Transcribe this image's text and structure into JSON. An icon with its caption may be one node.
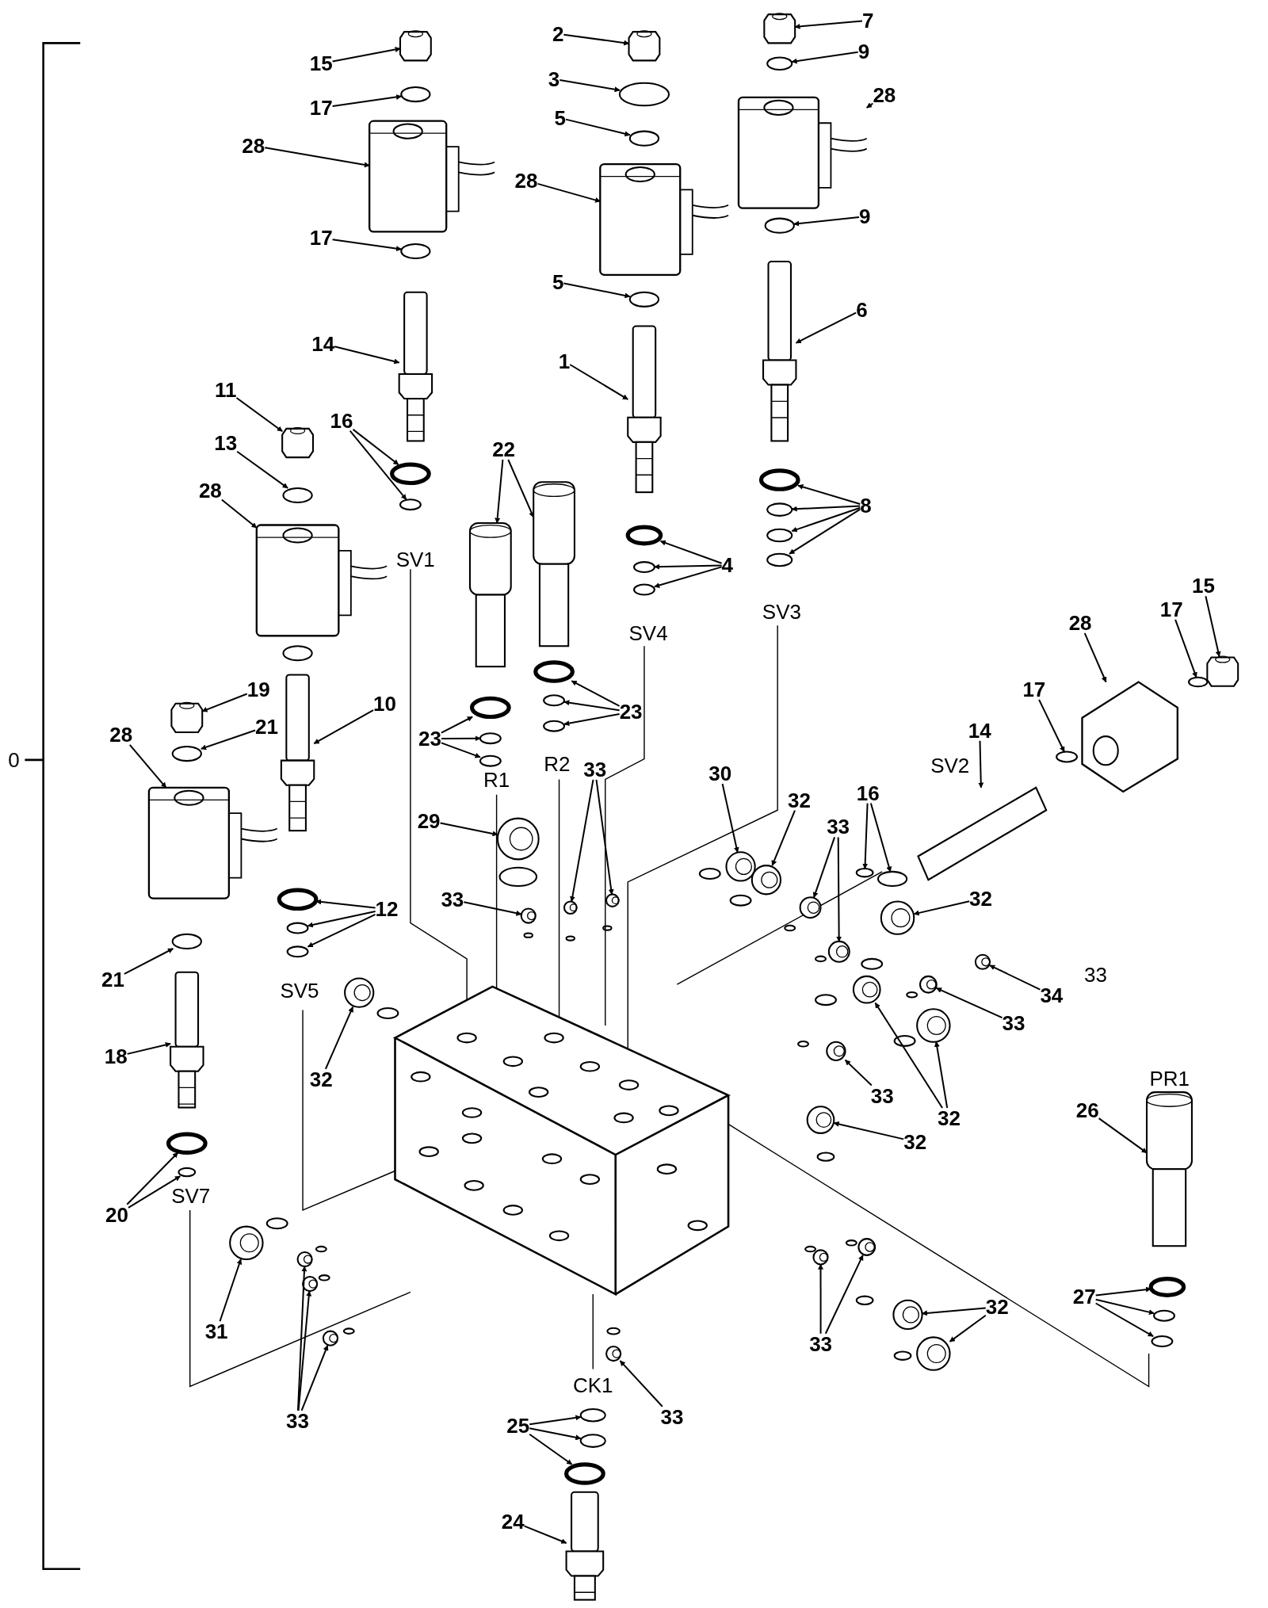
{
  "diagram": {
    "nodes": [
      {
        "text": [
          "2"
        ]
      },
      {
        "text": [
          "7"
        ]
      },
      {
        "text": [
          "15"
        ]
      },
      {
        "text": [
          "3"
        ]
      },
      {
        "text": [
          "9"
        ]
      },
      {
        "text": [
          "28"
        ]
      },
      {
        "text": [
          "17"
        ]
      },
      {
        "text": [
          "5"
        ]
      },
      {
        "text": [
          "28"
        ]
      },
      {
        "text": [
          "28"
        ]
      },
      {
        "text": [
          "9"
        ]
      },
      {
        "text": [
          "17"
        ]
      },
      {
        "text": [
          "5"
        ]
      },
      {
        "text": [
          "6"
        ]
      },
      {
        "text": [
          "14"
        ]
      },
      {
        "text": [
          "1"
        ]
      },
      {
        "text": [
          "11"
        ]
      },
      {
        "text": [
          "16"
        ]
      },
      {
        "text": [
          "13"
        ]
      },
      {
        "text": [
          "22"
        ]
      },
      {
        "text": [
          "28"
        ]
      },
      {
        "text": [
          "8"
        ]
      },
      {
        "text": [
          "4"
        ]
      },
      {
        "text": [
          "17"
        ]
      },
      {
        "text": [
          "15"
        ]
      },
      {
        "text": [
          "28"
        ]
      },
      {
        "text": [
          "19"
        ]
      },
      {
        "text": [
          "10"
        ]
      },
      {
        "text": [
          "23"
        ]
      },
      {
        "text": [
          "21"
        ]
      },
      {
        "text": [
          "17"
        ]
      },
      {
        "text": [
          "14"
        ]
      },
      {
        "text": [
          "28"
        ]
      },
      {
        "text": [
          "23"
        ]
      },
      {
        "text": [
          "30"
        ]
      },
      {
        "text": [
          "33"
        ]
      },
      {
        "text": [
          "32"
        ]
      },
      {
        "text": [
          "16"
        ]
      },
      {
        "text": [
          "29"
        ]
      },
      {
        "text": [
          "33"
        ]
      },
      {
        "text": [
          "32"
        ]
      },
      {
        "text": [
          "33"
        ]
      },
      {
        "text": [
          "12"
        ]
      },
      {
        "text": [
          "21"
        ]
      },
      {
        "text": [
          "34"
        ]
      },
      {
        "text": [
          "33"
        ]
      },
      {
        "text": [
          "32"
        ]
      },
      {
        "text": [
          "18"
        ]
      },
      {
        "text": [
          "33"
        ]
      },
      {
        "text": [
          "32"
        ]
      },
      {
        "text": [
          "26"
        ]
      },
      {
        "text": [
          "32"
        ]
      },
      {
        "text": [
          "20"
        ]
      },
      {
        "text": [
          "31"
        ]
      },
      {
        "text": [
          "27"
        ]
      },
      {
        "text": [
          "32"
        ]
      },
      {
        "text": [
          "33"
        ]
      },
      {
        "text": [
          "33"
        ]
      },
      {
        "text": [
          "33"
        ]
      },
      {
        "text": [
          "25"
        ]
      },
      {
        "text": [
          "24"
        ]
      },
      {
        "text": [],
        "shape": "nut"
      },
      {
        "text": [],
        "shape": "nut"
      },
      {
        "text": [],
        "shape": "nut"
      },
      {
        "text": [],
        "shape": "washer"
      },
      {
        "text": [],
        "shape": "ring"
      },
      {
        "text": [],
        "shape": "coil"
      },
      {
        "text": [],
        "shape": "ring"
      },
      {
        "text": [],
        "shape": "ring"
      },
      {
        "text": [],
        "shape": "coil"
      },
      {
        "text": [],
        "shape": "coil"
      },
      {
        "text": [],
        "shape": "ring"
      },
      {
        "text": [],
        "shape": "ring"
      },
      {
        "text": [],
        "shape": "ring"
      },
      {
        "text": [],
        "shape": "cartridge"
      },
      {
        "text": [],
        "shape": "cartridge"
      },
      {
        "text": [],
        "shape": "cartridge"
      },
      {
        "text": [],
        "shape": "nut"
      },
      {
        "text": [],
        "shape": "ring"
      },
      {
        "text": [],
        "shape": "ring"
      },
      {
        "text": [],
        "shape": "ring"
      },
      {
        "text": [],
        "shape": "cartridge"
      },
      {
        "text": [],
        "shape": "cartridge"
      },
      {
        "text": [],
        "shape": "coil"
      },
      {
        "text": [],
        "shape": "ring"
      },
      {
        "text": [],
        "shape": "ring"
      },
      {
        "text": [],
        "shape": "ring"
      },
      {
        "text": [],
        "shape": "ring"
      },
      {
        "text": [],
        "shape": "ring"
      },
      {
        "text": [],
        "shape": "ring"
      },
      {
        "text": [],
        "shape": "ring"
      },
      {
        "text": [],
        "shape": "ring"
      },
      {
        "text": [],
        "shape": "nut"
      },
      {
        "text": [],
        "shape": "coil"
      },
      {
        "text": [],
        "shape": "nut"
      },
      {
        "text": [],
        "shape": "cartridge"
      },
      {
        "text": [],
        "shape": "ring"
      },
      {
        "text": [],
        "shape": "ring"
      },
      {
        "text": [],
        "shape": "ring"
      },
      {
        "text": [],
        "shape": "ring"
      },
      {
        "text": [],
        "shape": "ring"
      },
      {
        "text": [],
        "shape": "cartridge"
      },
      {
        "text": [],
        "shape": "coil"
      },
      {
        "text": [],
        "shape": "ring"
      },
      {
        "text": [],
        "shape": "ring"
      },
      {
        "text": [],
        "shape": "ring"
      },
      {
        "text": [],
        "shape": "plug"
      },
      {
        "text": [],
        "shape": "plug"
      },
      {
        "text": [],
        "shape": "plug"
      },
      {
        "text": [],
        "shape": "plug"
      },
      {
        "text": [],
        "shape": "ring"
      },
      {
        "text": [],
        "shape": "ring"
      },
      {
        "text": [],
        "shape": "plug"
      },
      {
        "text": [],
        "shape": "plug"
      },
      {
        "text": [],
        "shape": "plug"
      },
      {
        "text": [],
        "shape": "plug"
      },
      {
        "text": [],
        "shape": "plug"
      },
      {
        "text": [],
        "shape": "ring"
      },
      {
        "text": [],
        "shape": "ring"
      },
      {
        "text": [],
        "shape": "ring"
      },
      {
        "text": [],
        "shape": "ring"
      },
      {
        "text": [],
        "shape": "plug"
      },
      {
        "text": [],
        "shape": "plug"
      },
      {
        "text": [],
        "shape": "plug"
      },
      {
        "text": [],
        "shape": "cartridge"
      },
      {
        "text": [],
        "shape": "plug"
      },
      {
        "text": [],
        "shape": "plug"
      },
      {
        "text": [],
        "shape": "plug"
      },
      {
        "text": [],
        "shape": "cartridge"
      },
      {
        "text": [],
        "shape": "plug"
      },
      {
        "text": [],
        "shape": "ring"
      },
      {
        "text": [],
        "shape": "ring"
      },
      {
        "text": [],
        "shape": "plug"
      },
      {
        "text": [],
        "shape": "ring"
      },
      {
        "text": [],
        "shape": "ring"
      },
      {
        "text": [],
        "shape": "ring"
      },
      {
        "text": [],
        "shape": "plug"
      },
      {
        "text": [],
        "shape": "plug"
      },
      {
        "text": [],
        "shape": "plug"
      },
      {
        "text": [],
        "shape": "plug"
      },
      {
        "text": [],
        "shape": "plug"
      },
      {
        "text": [],
        "shape": "plug"
      },
      {
        "text": [],
        "shape": "plug"
      },
      {
        "text": [],
        "shape": "plug"
      },
      {
        "text": [],
        "shape": "ring"
      },
      {
        "text": [],
        "shape": "ring"
      },
      {
        "text": [],
        "shape": "ring"
      },
      {
        "text": [],
        "shape": "cartridge"
      }
    ],
    "edges": [
      {
        "from": 0,
        "to": 61,
        "arrow": "to"
      },
      {
        "from": 1,
        "to": 62,
        "arrow": "to"
      },
      {
        "from": 2,
        "to": 63,
        "arrow": "to"
      },
      {
        "from": 3,
        "to": 64,
        "arrow": "to"
      },
      {
        "from": 4,
        "to": 65,
        "arrow": "to"
      },
      {
        "from": 5,
        "to": 66,
        "arrow": "to"
      },
      {
        "from": 6,
        "to": 67,
        "arrow": "to"
      },
      {
        "from": 7,
        "to": 68,
        "arrow": "to"
      },
      {
        "from": 8,
        "to": 69,
        "arrow": "to"
      },
      {
        "from": 9,
        "to": 70,
        "arrow": "to"
      },
      {
        "from": 10,
        "to": 71,
        "arrow": "to"
      },
      {
        "from": 11,
        "to": 72,
        "arrow": "to"
      },
      {
        "from": 12,
        "to": 73,
        "arrow": "to"
      },
      {
        "from": 13,
        "to": 74,
        "arrow": "to"
      },
      {
        "from": 14,
        "to": 75,
        "arrow": "to"
      },
      {
        "from": 15,
        "to": 76,
        "arrow": "to"
      },
      {
        "from": 16,
        "to": 77,
        "arrow": "to"
      },
      {
        "from": 17,
        "to": 78,
        "arrow": "to"
      },
      {
        "from": 17,
        "to": 79,
        "arrow": "to"
      },
      {
        "from": 18,
        "to": 80,
        "arrow": "to"
      },
      {
        "from": 19,
        "to": 81,
        "arrow": "to"
      },
      {
        "from": 19,
        "to": 82,
        "arrow": "to"
      },
      {
        "from": 20,
        "to": 83,
        "arrow": "to"
      },
      {
        "from": 21,
        "to": 84,
        "arrow": "to"
      },
      {
        "from": 21,
        "to": 85,
        "arrow": "to"
      },
      {
        "from": 21,
        "to": 86,
        "arrow": "to"
      },
      {
        "from": 21,
        "to": 87,
        "arrow": "to"
      },
      {
        "from": 22,
        "to": 88,
        "arrow": "to"
      },
      {
        "from": 22,
        "to": 89,
        "arrow": "to"
      },
      {
        "from": 22,
        "to": 90,
        "arrow": "to"
      },
      {
        "from": 23,
        "to": 91,
        "arrow": "to"
      },
      {
        "from": 24,
        "to": 92,
        "arrow": "to"
      },
      {
        "from": 25,
        "to": 93,
        "arrow": "to"
      },
      {
        "from": 26,
        "to": 94,
        "arrow": "to"
      },
      {
        "from": 27,
        "to": 95,
        "arrow": "to"
      },
      {
        "from": 28,
        "to": 96,
        "arrow": "to"
      },
      {
        "from": 28,
        "to": 97,
        "arrow": "to"
      },
      {
        "from": 28,
        "to": 98,
        "arrow": "to"
      },
      {
        "from": 29,
        "to": 99,
        "arrow": "to"
      },
      {
        "from": 30,
        "to": 100,
        "arrow": "to"
      },
      {
        "from": 31,
        "to": 101,
        "arrow": "to"
      },
      {
        "from": 32,
        "to": 102,
        "arrow": "to"
      },
      {
        "from": 33,
        "to": 103,
        "arrow": "to"
      },
      {
        "from": 33,
        "to": 104,
        "arrow": "to"
      },
      {
        "from": 33,
        "to": 105,
        "arrow": "to"
      },
      {
        "from": 34,
        "to": 106,
        "arrow": "to"
      },
      {
        "from": 35,
        "to": 107,
        "arrow": "to"
      },
      {
        "from": 35,
        "to": 108,
        "arrow": "to"
      },
      {
        "from": 36,
        "to": 109,
        "arrow": "to"
      },
      {
        "from": 37,
        "to": 110,
        "arrow": "to"
      },
      {
        "from": 37,
        "to": 111,
        "arrow": "to"
      },
      {
        "from": 38,
        "to": 112,
        "arrow": "to"
      },
      {
        "from": 39,
        "to": 113,
        "arrow": "to"
      },
      {
        "from": 39,
        "to": 114,
        "arrow": "to"
      },
      {
        "from": 40,
        "to": 115,
        "arrow": "to"
      },
      {
        "from": 41,
        "to": 116,
        "arrow": "to"
      },
      {
        "from": 42,
        "to": 117,
        "arrow": "to"
      },
      {
        "from": 42,
        "to": 118,
        "arrow": "to"
      },
      {
        "from": 42,
        "to": 119,
        "arrow": "to"
      },
      {
        "from": 43,
        "to": 120,
        "arrow": "to"
      },
      {
        "from": 44,
        "to": 121,
        "arrow": "to"
      },
      {
        "from": 45,
        "to": 122,
        "arrow": "to"
      },
      {
        "from": 46,
        "to": 123,
        "arrow": "to"
      },
      {
        "from": 47,
        "to": 124,
        "arrow": "to"
      },
      {
        "from": 48,
        "to": 125,
        "arrow": "to"
      },
      {
        "from": 49,
        "to": 126,
        "arrow": "to"
      },
      {
        "from": 49,
        "to": 127,
        "arrow": "to"
      },
      {
        "from": 50,
        "to": 128,
        "arrow": "to"
      },
      {
        "from": 51,
        "to": 129,
        "arrow": "to"
      },
      {
        "from": 52,
        "to": 130,
        "arrow": "to"
      },
      {
        "from": 52,
        "to": 131,
        "arrow": "to"
      },
      {
        "from": 53,
        "to": 132,
        "arrow": "to"
      },
      {
        "from": 54,
        "to": 133,
        "arrow": "to"
      },
      {
        "from": 54,
        "to": 134,
        "arrow": "to"
      },
      {
        "from": 54,
        "to": 135,
        "arrow": "to"
      },
      {
        "from": 55,
        "to": 136,
        "arrow": "to"
      },
      {
        "from": 55,
        "to": 137,
        "arrow": "to"
      },
      {
        "from": 56,
        "to": 138,
        "arrow": "to"
      },
      {
        "from": 56,
        "to": 139,
        "arrow": "to"
      },
      {
        "from": 56,
        "to": 140,
        "arrow": "to"
      },
      {
        "from": 57,
        "to": 141,
        "arrow": "to"
      },
      {
        "from": 57,
        "to": 142,
        "arrow": "to"
      },
      {
        "from": 58,
        "to": 143,
        "arrow": "to"
      },
      {
        "from": 59,
        "to": 144,
        "arrow": "to"
      },
      {
        "from": 59,
        "to": 145,
        "arrow": "to"
      },
      {
        "from": 59,
        "to": 146,
        "arrow": "to"
      },
      {
        "from": 60,
        "to": 147,
        "arrow": "to"
      }
    ],
    "labels": [
      "SV1",
      "SV3",
      "SV4",
      "0",
      "R2",
      "SV2",
      "R1",
      "33",
      "SV5",
      "PR1",
      "SV7",
      "CK1"
    ]
  }
}
